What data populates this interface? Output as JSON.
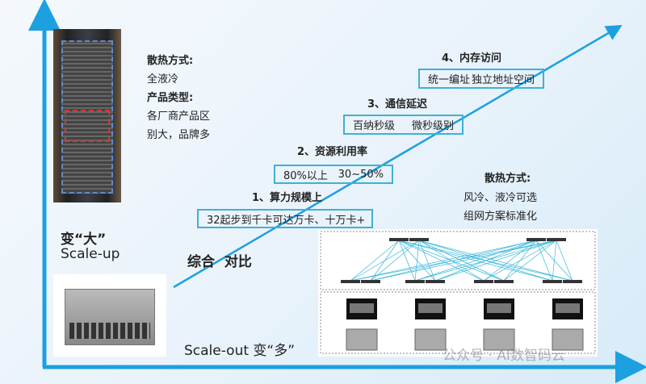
{
  "colors": {
    "axis": "#1ca0e0",
    "box_border": "#3fb0d8"
  },
  "scale_up": {
    "cooling_label": "散热方式:",
    "cooling_value": "全液冷",
    "product_label": "产品类型:",
    "product_line1": "各厂商产品区",
    "product_line2": "别大，品牌多",
    "title_cn": "变“大”",
    "title_en": "Scale-up"
  },
  "center_label": "综合  对比",
  "scale_out": {
    "title": "Scale-out 变“多”",
    "cooling_label": "散热方式:",
    "cooling_value": "风冷、液冷可选",
    "network": "组网方案标准化"
  },
  "comparisons": [
    {
      "heading": "1、算力规模上",
      "left": "32起步到千卡",
      "right": "可达万卡、十万卡+"
    },
    {
      "heading": "2、资源利用率",
      "left": "80%以上",
      "right": "30~50%"
    },
    {
      "heading": "3、通信延迟",
      "left": "百纳秒级",
      "right": "微秒级别"
    },
    {
      "heading": "4、内存访问",
      "left": "统一编址",
      "right": "独立地址空间"
    }
  ],
  "watermark": "公众号 · AI数智码云"
}
